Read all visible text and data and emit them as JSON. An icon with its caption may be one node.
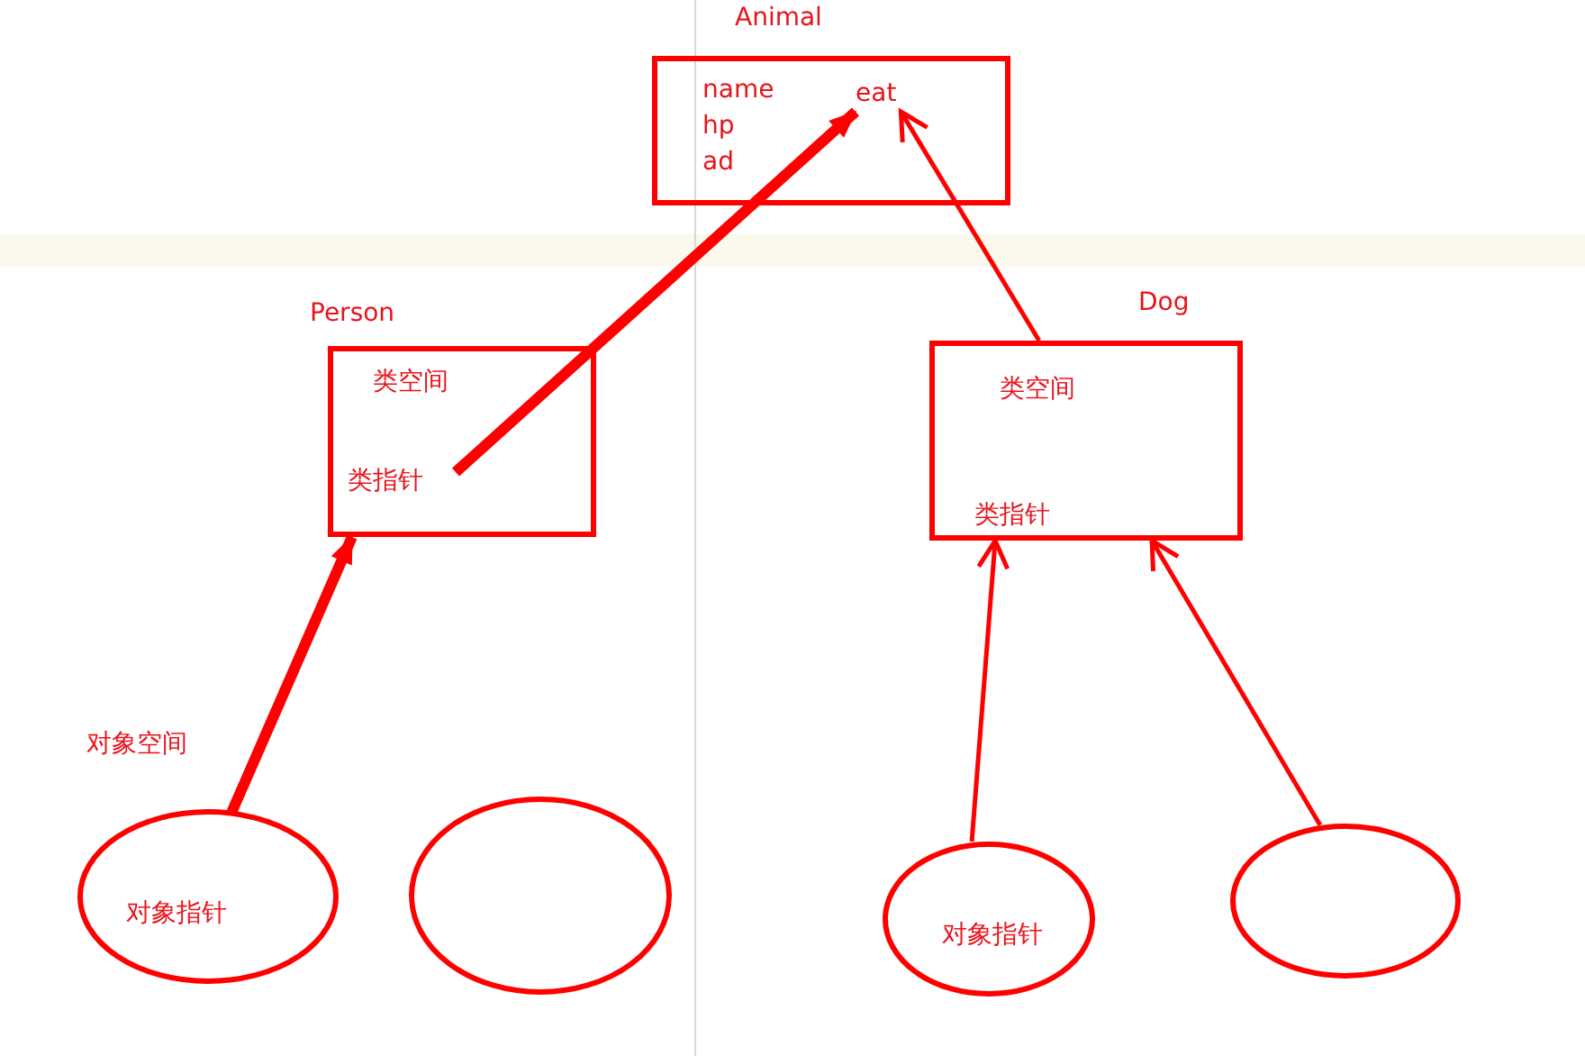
{
  "diagram": {
    "nodes": [
      {
        "text": [
          "Animal",
          "name hp ad"
        ]
      },
      {
        "text": [
          "eat"
        ],
        "in": 0
      },
      {
        "text": [
          "Person",
          "类空间"
        ]
      },
      {
        "text": [
          "类指针"
        ],
        "in": 2
      },
      {
        "text": [
          "Dog",
          "类空间",
          "类指针"
        ]
      },
      {
        "text": [
          "对象指针"
        ],
        "beside": [
          "对象空间"
        ]
      },
      {
        "text": [],
        "shape": "ellipse"
      },
      {
        "text": [
          "对象指针"
        ]
      },
      {
        "text": [],
        "shape": "ellipse"
      }
    ],
    "edges": [
      {
        "from": 3,
        "to": 1,
        "arrow": "to",
        "style": "thick"
      },
      {
        "from": 4,
        "to": 1,
        "arrow": "to"
      },
      {
        "from": 5,
        "to": 2,
        "arrow": "to",
        "style": "thick"
      },
      {
        "from": 7,
        "to": 4,
        "arrow": "to"
      },
      {
        "from": 8,
        "to": 4,
        "arrow": "to"
      }
    ]
  }
}
